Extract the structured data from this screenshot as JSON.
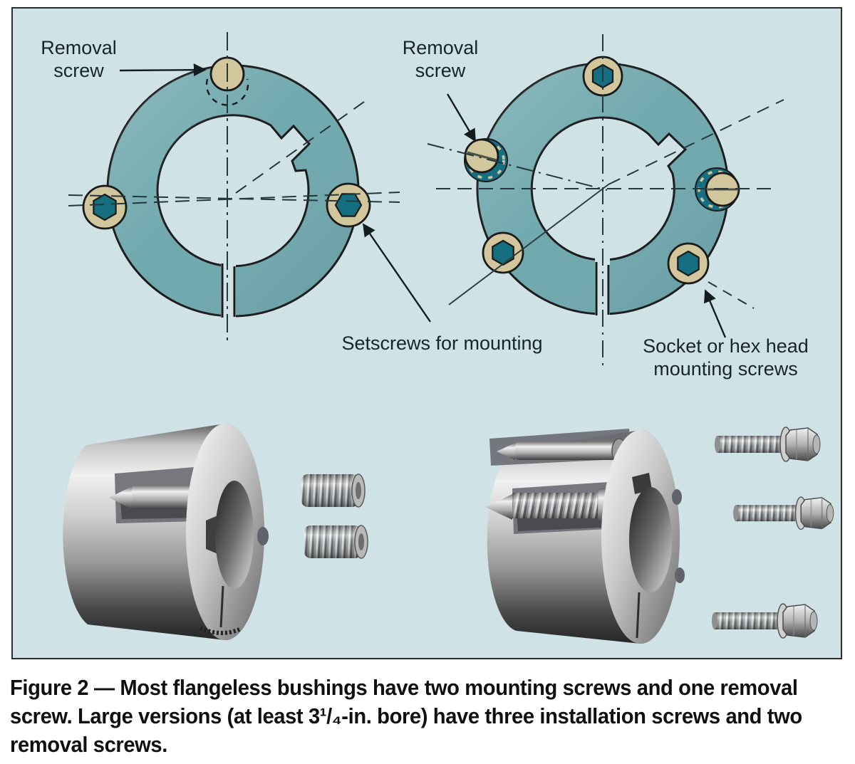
{
  "panel": {
    "left_diagram": {
      "removal_label": [
        "Removal",
        "screw"
      ],
      "setscrews_label": "Setscrews for mounting"
    },
    "right_diagram": {
      "removal_label": [
        "Removal",
        "screw"
      ],
      "mounting_label": [
        "Socket or hex head",
        "mounting screws"
      ]
    }
  },
  "caption": {
    "lines": [
      "Figure 2 — Most flangeless bushings have two mounting screws and one removal",
      "screw. Large versions (at least 3¹/₄-in. bore) have three installation screws and two",
      "removal screws."
    ]
  },
  "colors": {
    "panel_background": "#cfe3e7",
    "panel_border": "#2e2e2e",
    "ring_fill": "#6fa8ad",
    "outline": "#1a1a1a",
    "screw_head_tan": "#d2c69d",
    "hex_socket_teal": "#166f80",
    "label_text": "#15262b",
    "caption_text": "#101010"
  }
}
